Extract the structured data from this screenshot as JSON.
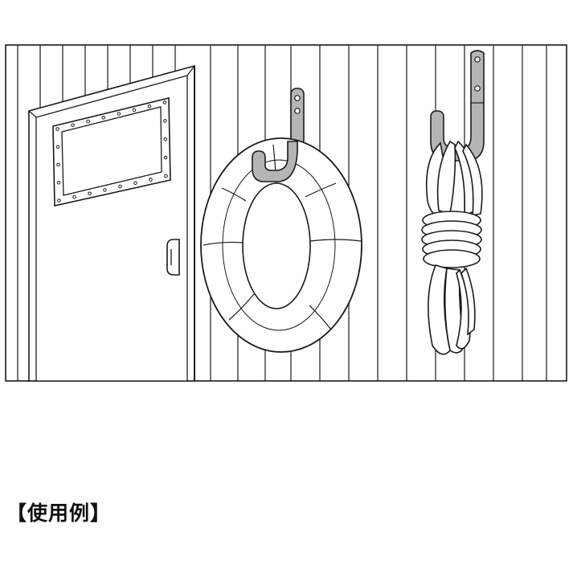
{
  "caption": "【使用例】",
  "illustration": {
    "objects": [
      "wall-panel",
      "door",
      "porthole-window",
      "door-handle",
      "wall-hook-left",
      "life-ring",
      "wall-hook-right",
      "coiled-rope"
    ]
  },
  "colors": {
    "line": "#1a1a1a",
    "background": "#ffffff",
    "metal": "#b5b5b5"
  }
}
